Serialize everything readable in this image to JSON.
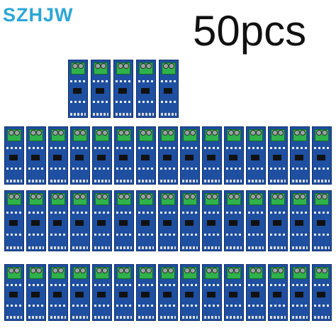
{
  "brand": "SZHJW",
  "quantity_label": "50pcs",
  "product_colors": {
    "pcb": "#1f4fa0",
    "terminal": "#2fb24a",
    "brand_text": "#2aa6d6"
  },
  "module_count": 50
}
